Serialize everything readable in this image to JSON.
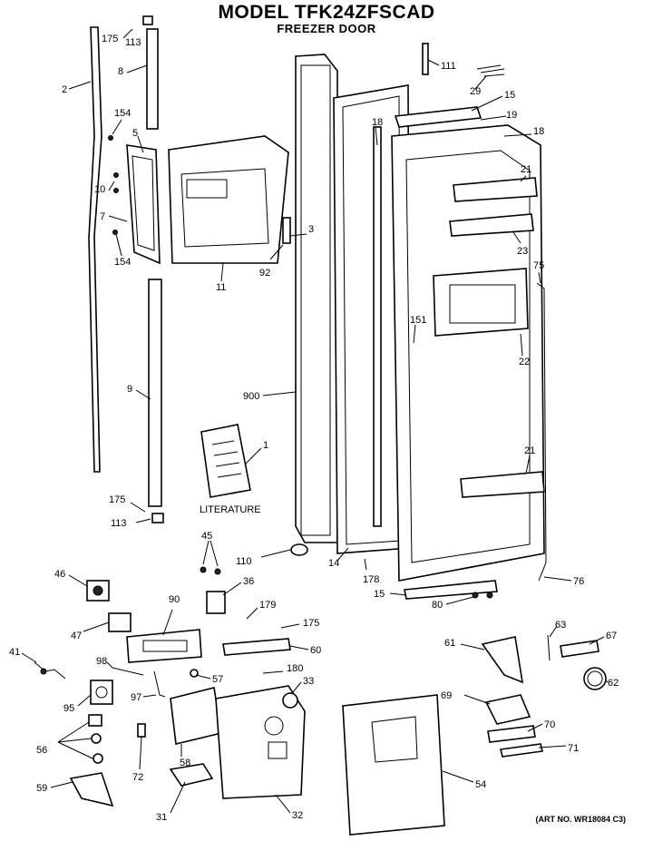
{
  "title": "MODEL TFK24ZFSCAD",
  "subtitle": "FREEZER DOOR",
  "art_number": "(ART NO. WR18084 C3)",
  "literature_label": "LITERATURE",
  "callouts": [
    {
      "id": "c175a",
      "text": "175"
    },
    {
      "id": "c113a",
      "text": "113"
    },
    {
      "id": "c2",
      "text": "2"
    },
    {
      "id": "c8",
      "text": "8"
    },
    {
      "id": "c154a",
      "text": "154"
    },
    {
      "id": "c5",
      "text": "5"
    },
    {
      "id": "c10",
      "text": "10"
    },
    {
      "id": "c7",
      "text": "7"
    },
    {
      "id": "c154b",
      "text": "154"
    },
    {
      "id": "c9",
      "text": "9"
    },
    {
      "id": "c175b",
      "text": "175"
    },
    {
      "id": "c113b",
      "text": "113"
    },
    {
      "id": "c11",
      "text": "11"
    },
    {
      "id": "c3",
      "text": "3"
    },
    {
      "id": "c92",
      "text": "92"
    },
    {
      "id": "c900",
      "text": "900"
    },
    {
      "id": "c1",
      "text": "1"
    },
    {
      "id": "c111",
      "text": "111"
    },
    {
      "id": "c29",
      "text": "29"
    },
    {
      "id": "c15a",
      "text": "15"
    },
    {
      "id": "c19",
      "text": "19"
    },
    {
      "id": "c18a",
      "text": "18"
    },
    {
      "id": "c18b",
      "text": "18"
    },
    {
      "id": "c21a",
      "text": "21"
    },
    {
      "id": "c23",
      "text": "23"
    },
    {
      "id": "c75",
      "text": "75"
    },
    {
      "id": "c151",
      "text": "151"
    },
    {
      "id": "c22",
      "text": "22"
    },
    {
      "id": "c21b",
      "text": "21"
    },
    {
      "id": "c14",
      "text": "14"
    },
    {
      "id": "c178",
      "text": "178"
    },
    {
      "id": "c15b",
      "text": "15"
    },
    {
      "id": "c80",
      "text": "80"
    },
    {
      "id": "c76",
      "text": "76"
    },
    {
      "id": "c45",
      "text": "45"
    },
    {
      "id": "c110",
      "text": "110"
    },
    {
      "id": "c46",
      "text": "46"
    },
    {
      "id": "c36",
      "text": "36"
    },
    {
      "id": "c90",
      "text": "90"
    },
    {
      "id": "c179",
      "text": "179"
    },
    {
      "id": "c47",
      "text": "47"
    },
    {
      "id": "c175c",
      "text": "175"
    },
    {
      "id": "c41",
      "text": "41"
    },
    {
      "id": "c98",
      "text": "98"
    },
    {
      "id": "c60",
      "text": "60"
    },
    {
      "id": "c57",
      "text": "57"
    },
    {
      "id": "c180",
      "text": "180"
    },
    {
      "id": "c33",
      "text": "33"
    },
    {
      "id": "c95",
      "text": "95"
    },
    {
      "id": "c97",
      "text": "97"
    },
    {
      "id": "c56",
      "text": "56"
    },
    {
      "id": "c58",
      "text": "58"
    },
    {
      "id": "c72",
      "text": "72"
    },
    {
      "id": "c59",
      "text": "59"
    },
    {
      "id": "c31",
      "text": "31"
    },
    {
      "id": "c32",
      "text": "32"
    },
    {
      "id": "c54",
      "text": "54"
    },
    {
      "id": "c61",
      "text": "61"
    },
    {
      "id": "c63",
      "text": "63"
    },
    {
      "id": "c67",
      "text": "67"
    },
    {
      "id": "c62",
      "text": "62"
    },
    {
      "id": "c69",
      "text": "69"
    },
    {
      "id": "c70",
      "text": "70"
    },
    {
      "id": "c71",
      "text": "71"
    }
  ]
}
